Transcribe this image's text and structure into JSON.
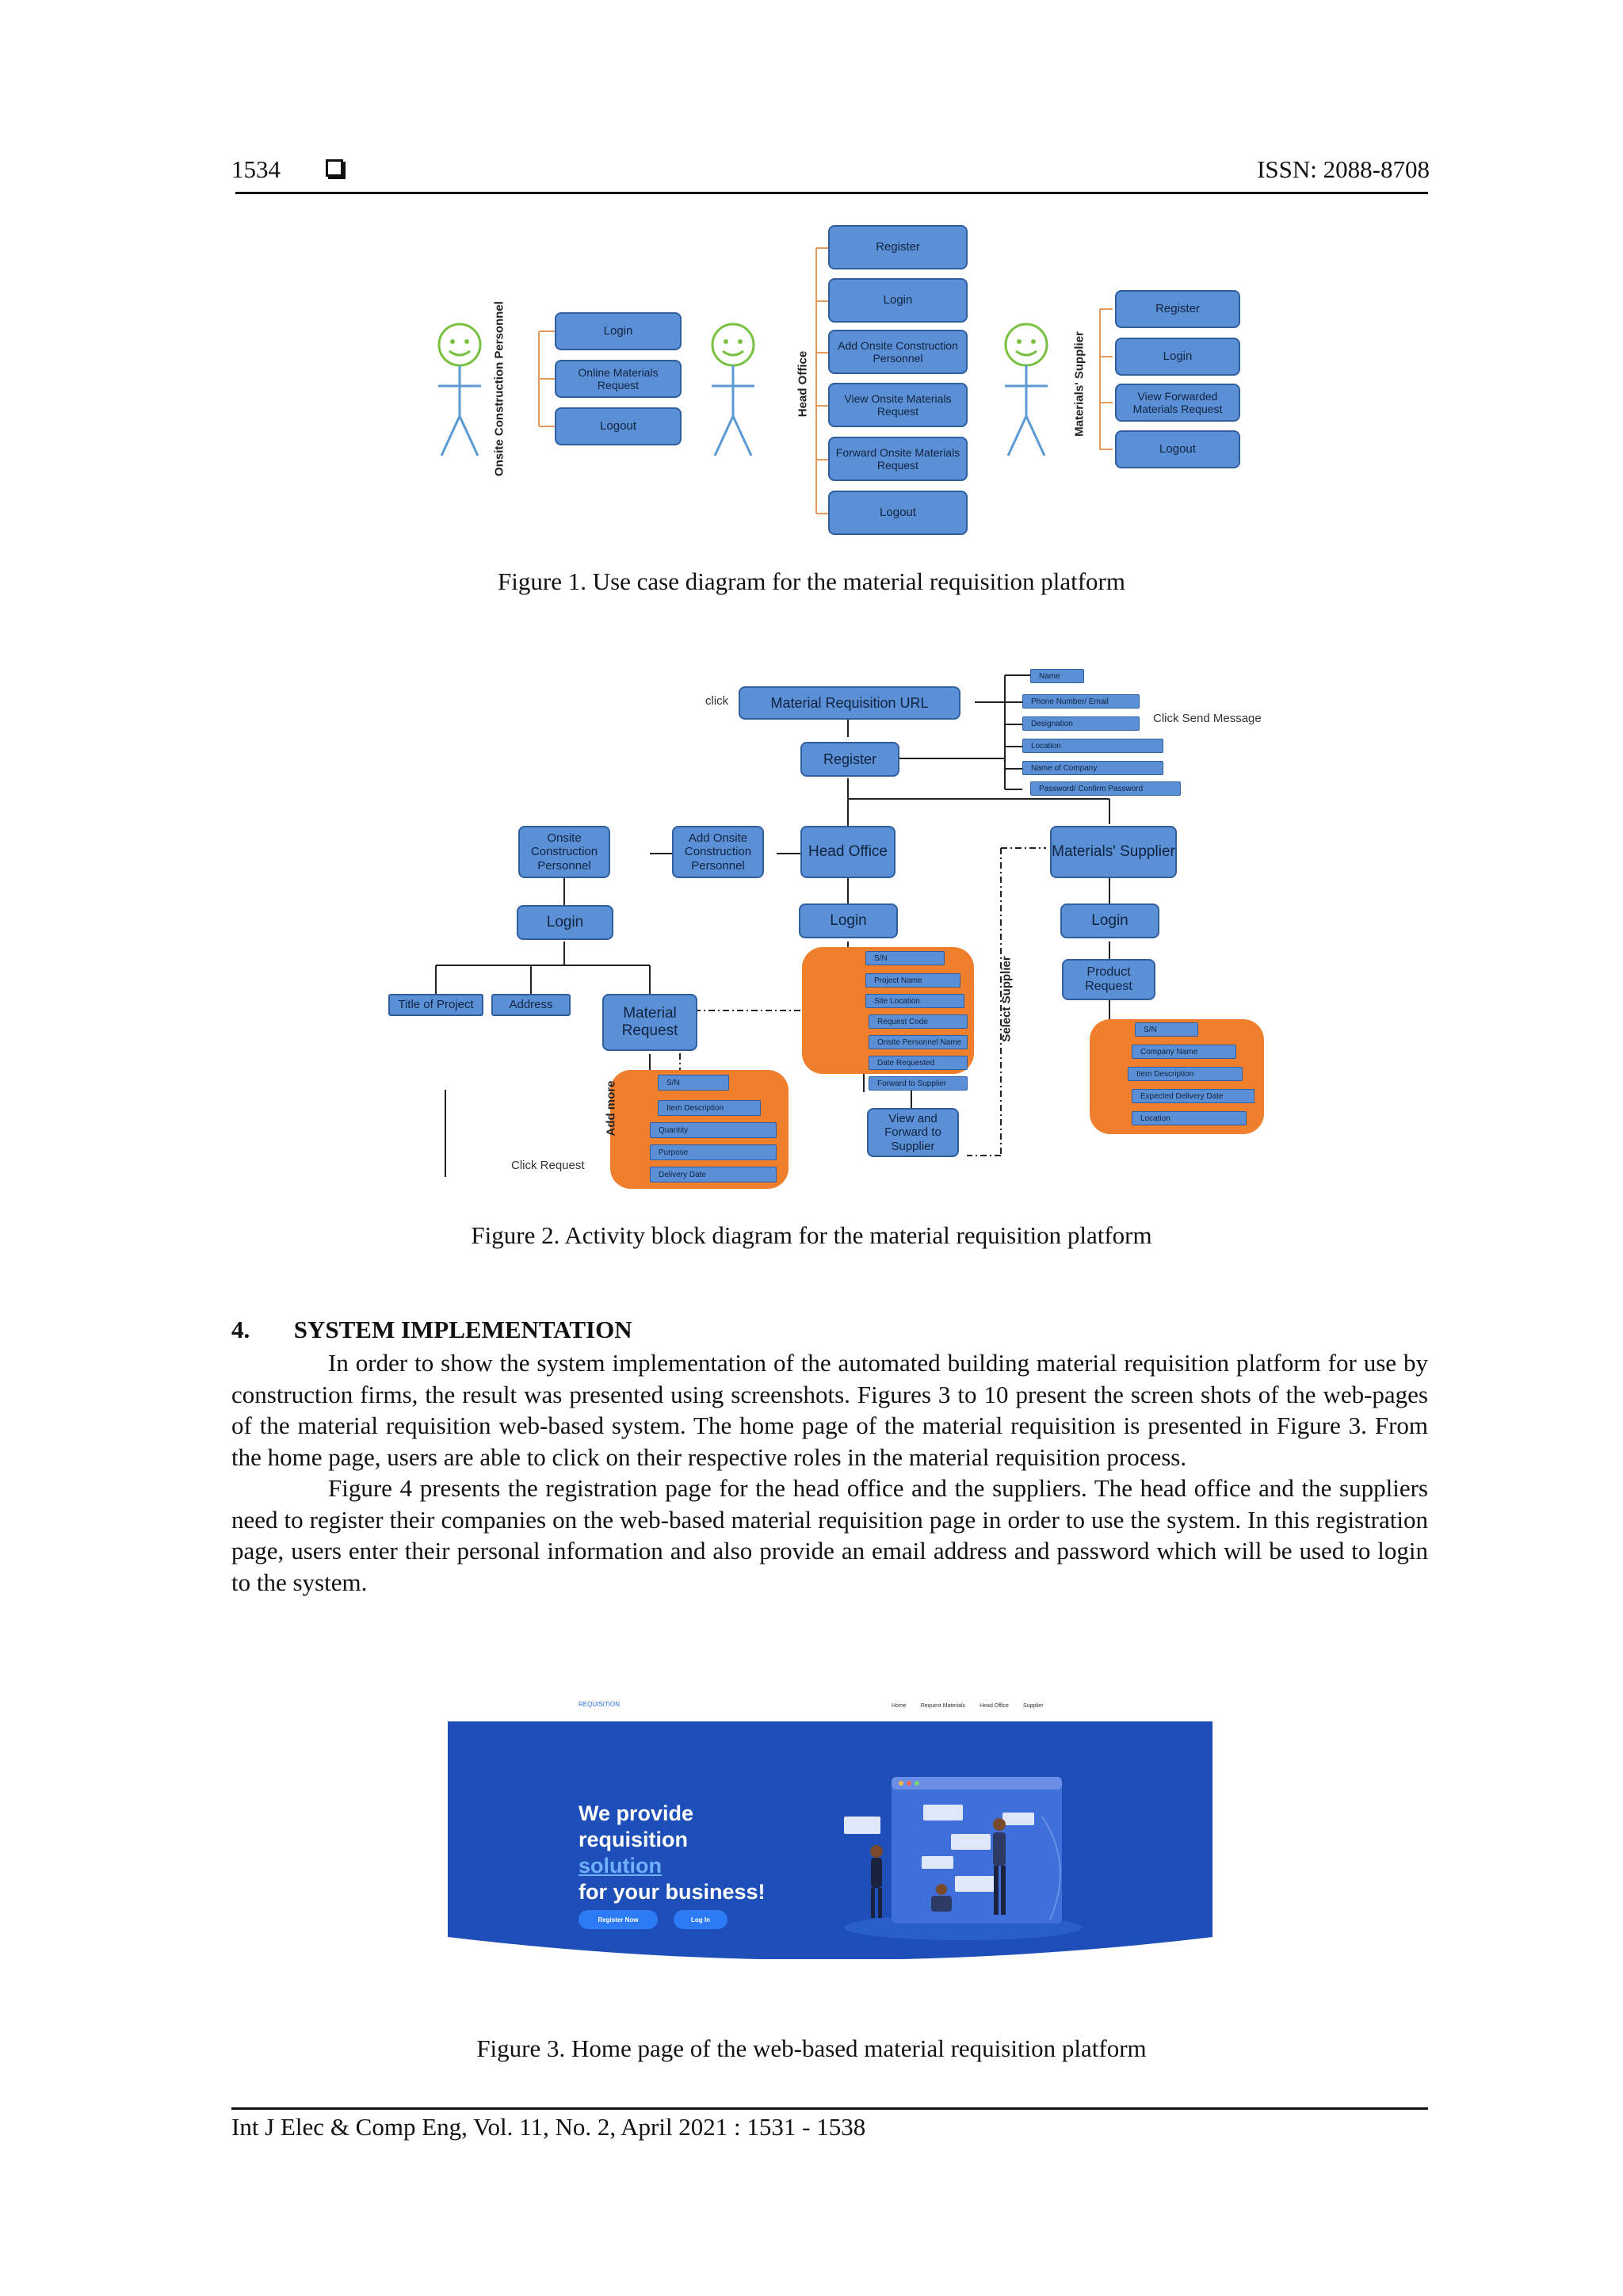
{
  "header": {
    "page_number": "1534",
    "issn": "ISSN: 2088-8708"
  },
  "figure1": {
    "caption": "Figure 1. Use case diagram for the material requisition platform",
    "actors": [
      {
        "label": "Onsite Construction Personnel",
        "cases": [
          "Login",
          "Online Materials Request",
          "Logout"
        ]
      },
      {
        "label": "Head Office",
        "cases": [
          "Register",
          "Login",
          "Add Onsite Construction Personnel",
          "View Onsite Materials Request",
          "Forward Onsite Materials Request",
          "Logout"
        ]
      },
      {
        "label": "Materials' Supplier",
        "cases": [
          "Register",
          "Login",
          "View Forwarded Materials Request",
          "Logout"
        ]
      }
    ]
  },
  "figure2": {
    "caption": "Figure 2. Activity block diagram for the material requisition platform",
    "click": "click",
    "url": "Material Requisition URL",
    "register": "Register",
    "register_fields": [
      "Name",
      "Phone Number/ Email",
      "Designation",
      "Location",
      "Name of Company",
      "Password/ Confirm Password"
    ],
    "click_send": "Click Send Message",
    "onsite": "Onsite Construction Personnel",
    "add_onsite": "Add Onsite Construction Personnel",
    "head_office": "Head Office",
    "supplier": "Materials' Supplier",
    "login": "Login",
    "title_of_project": "Title of Project",
    "address": "Address",
    "material_request": "Material Request",
    "request_fields": [
      "S/N",
      "Item Description",
      "Quantity",
      "Purpose",
      "Delivery Date"
    ],
    "add_more": "Add more",
    "click_request": "Click Request",
    "head_fields": [
      "S/N",
      "Project Name",
      "Site Location",
      "Request Code",
      "Onsite Personnel Name",
      "Date Requested",
      "Forward to Supplier"
    ],
    "select_supplier": "Select Supplier",
    "view_forward": "View and Forward to Supplier",
    "product_request": "Product Request",
    "supplier_fields": [
      "S/N",
      "Company Name",
      "Item Description",
      "Expected Delivery Date",
      "Location"
    ]
  },
  "section": {
    "number": "4.",
    "title": "SYSTEM IMPLEMENTATION"
  },
  "paragraphs": [
    "In order to show the system implementation of the automated building material requisition platform for use by construction firms, the result was presented using screenshots. Figures 3 to 10 present the screen shots of the web-pages of the material requisition web-based system. The home page of the material requisition is presented in Figure 3. From the home page, users are able to click on their respective roles in the material requisition process.",
    "Figure 4 presents the registration page for the head office and the suppliers. The head office and the suppliers need to register their companies on the web-based material requisition page in order to use the system. In this registration page, users enter their personal information and also provide an email address and password which will be used to login to the system."
  ],
  "figure3": {
    "caption": "Figure 3. Home page of the web-based material requisition platform",
    "brand": "REQUISITION",
    "nav": [
      "Home",
      "Request Materials",
      "Head Office",
      "Supplier"
    ],
    "hero_line1": "We provide",
    "hero_line2": "requisition",
    "hero_line3": "solution",
    "hero_line4": "for your business!",
    "btn_register": "Register Now",
    "btn_login": "Log In",
    "colors": {
      "hero": "#1e4fb9",
      "accent": "#2d7bf4",
      "highlight": "#6fb0ff"
    }
  },
  "footer": {
    "citation": "Int J Elec & Comp Eng, Vol. 11, No. 2, April 2021 :  1531 - 1538"
  }
}
